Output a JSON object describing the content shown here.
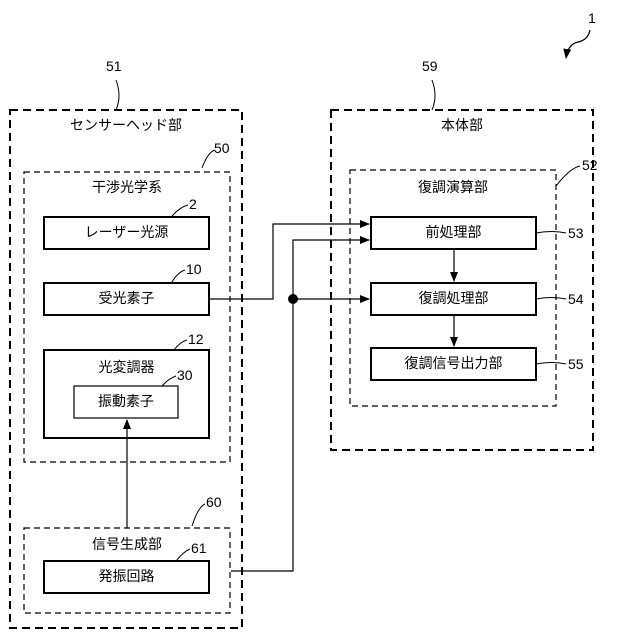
{
  "reference": "1",
  "sensor_head": {
    "ref": "51",
    "label": "センサーヘッド部"
  },
  "interferometer": {
    "ref": "50",
    "label": "干渉光学系"
  },
  "laser": {
    "ref": "2",
    "label": "レーザー光源"
  },
  "receiver": {
    "ref": "10",
    "label": "受光素子"
  },
  "modulator": {
    "ref": "12",
    "label": "光変調器"
  },
  "vibration": {
    "ref": "30",
    "label": "振動素子"
  },
  "signal_gen": {
    "ref": "60",
    "label": "信号生成部"
  },
  "oscillator": {
    "ref": "61",
    "label": "発振回路"
  },
  "main_body": {
    "ref": "59",
    "label": "本体部"
  },
  "demod_calc": {
    "ref": "52",
    "label": "復調演算部"
  },
  "preprocess": {
    "ref": "53",
    "label": "前処理部"
  },
  "demod_proc": {
    "ref": "54",
    "label": "復調処理部"
  },
  "demod_out": {
    "ref": "55",
    "label": "復調信号出力部"
  }
}
